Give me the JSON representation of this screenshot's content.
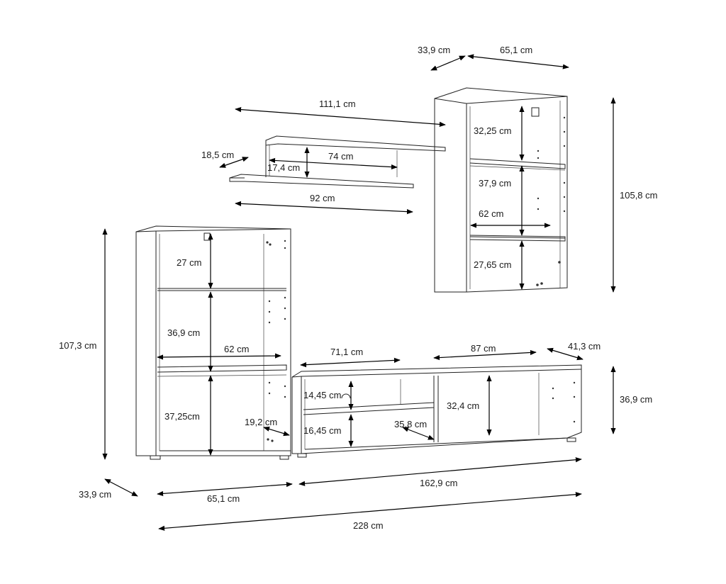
{
  "dimensions": {
    "wall_depth": "33,9 cm",
    "wall_width": "65,1 cm",
    "wall_height": "105,8 cm",
    "wall_gap_top": "32,25 cm",
    "wall_gap_mid": "37,9 cm",
    "wall_shelf_width": "62 cm",
    "wall_gap_bottom": "27,65 cm",
    "shelves_span": "111,1 cm",
    "shelf_depth": "18,5 cm",
    "shelf_inner_width": "74 cm",
    "shelf_gap": "17,4 cm",
    "shelf_lower_width": "92 cm",
    "tall_height": "107,3 cm",
    "tall_gap_top": "27 cm",
    "tall_gap_mid": "36,9 cm",
    "tall_shelf_width": "62 cm",
    "tall_gap_bottom": "37,25cm",
    "tall_side_depth": "19,2 cm",
    "tall_depth": "33,9 cm",
    "tall_width": "65,1 cm",
    "tv_left_width": "71,1 cm",
    "tv_right_width": "87 cm",
    "tv_depth": "41,3 cm",
    "tv_height": "36,9 cm",
    "tv_gap_top": "14,45 cm",
    "tv_gap_bottom": "16,45 cm",
    "tv_shelf_depth": "35,8 cm",
    "tv_comp_height": "32,4 cm",
    "tv_width": "162,9 cm",
    "total_width": "228 cm"
  }
}
